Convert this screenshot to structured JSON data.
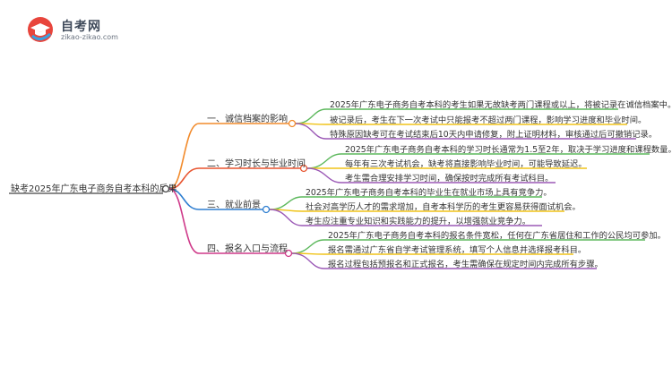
{
  "logo": {
    "name": "自考网",
    "url": "zikao-zikao.com"
  },
  "colors": {
    "branch1": "#f28b2c",
    "branch2": "#e8542f",
    "branch3": "#2f7fd1",
    "branch4": "#cf3a8a",
    "leaf_green": "#5cb85c",
    "leaf_yellow": "#f0c419",
    "leaf_purple": "#9b59b6",
    "root_line": "#444444"
  },
  "mindmap": {
    "root": "缺考2025年广东电子商务自考本科的后果",
    "branches": [
      {
        "label": "一、诚信档案的影响",
        "leaves": [
          "2025年广东电子商务自考本科的考生如果无故缺考两门课程或以上，将被记录在诚信档案中。",
          "被记录后，考生在下一次考试中只能报考不超过两门课程，影响学习进度和毕业时间。",
          "特殊原因缺考可在考试结束后10天内申请修复，附上证明材料，审核通过后可撤销记录。"
        ]
      },
      {
        "label": "二、学习时长与毕业时间",
        "leaves": [
          "2025年广东电子商务自考本科的学习时长通常为1.5至2年，取决于学习进度和课程数量。",
          "每年有三次考试机会，缺考将直接影响毕业时间，可能导致延迟。",
          "考生需合理安排学习时间，确保按时完成所有考试科目。"
        ]
      },
      {
        "label": "三、就业前景",
        "leaves": [
          "2025年广东电子商务自考本科的毕业生在就业市场上具有竞争力。",
          "社会对高学历人才的需求增加，自考本科学历的考生更容易获得面试机会。",
          "考生应注重专业知识和实践能力的提升，以增强就业竞争力。"
        ]
      },
      {
        "label": "四、报名入口与流程",
        "leaves": [
          "2025年广东电子商务自考本科的报名条件宽松，任何在广东省居住和工作的公民均可参加。",
          "报名需通过广东省自学考试管理系统，填写个人信息并选择报考科目。",
          "报名过程包括预报名和正式报名，考生需确保在规定时间内完成所有步骤。"
        ]
      }
    ]
  }
}
